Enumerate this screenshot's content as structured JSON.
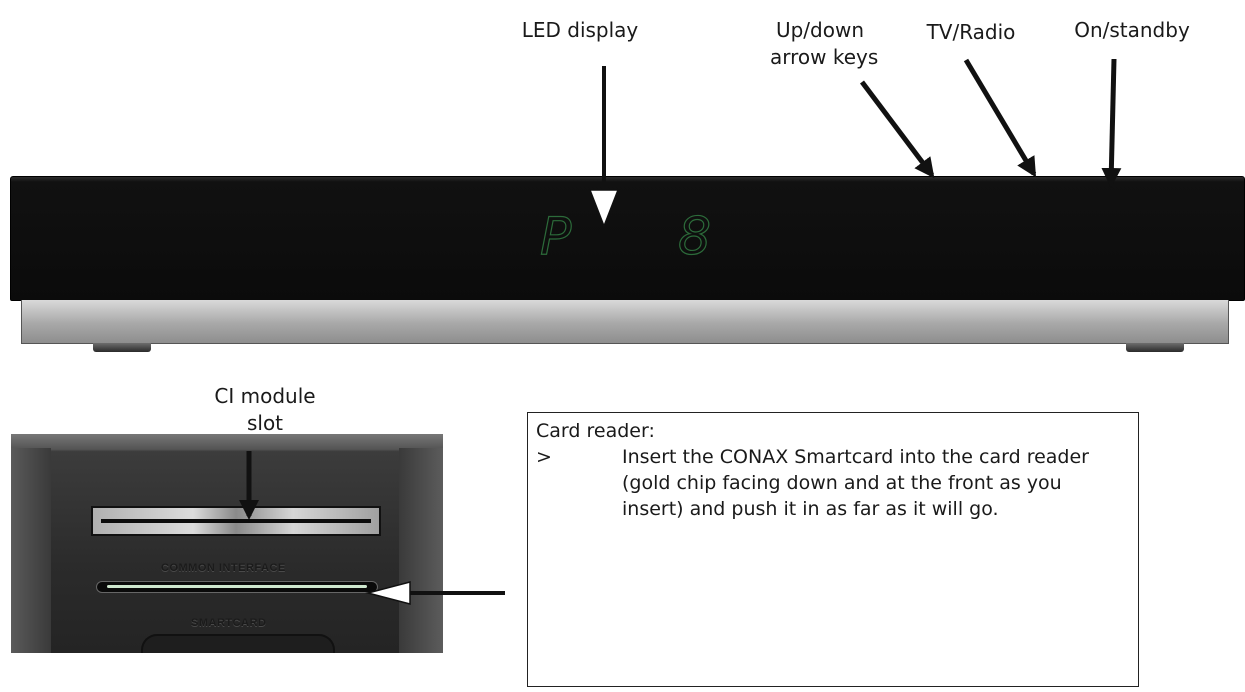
{
  "labels": {
    "led_display": "LED display",
    "updown_line1": "Up/down",
    "updown_line2": "arrow keys",
    "tv_radio": "TV/Radio",
    "on_standby": "On/standby",
    "ci_line1": "CI module",
    "ci_line2": "slot"
  },
  "display": {
    "digit1": "P",
    "digit2": "8",
    "led_color": "#2c6b3a"
  },
  "photo": {
    "ci_marking": "COMMON INTERFACE",
    "smartcard_marking": "SMARTCARD"
  },
  "card_reader": {
    "title": "Card reader:",
    "bullet": ">",
    "text": "Insert the CONAX Smartcard into the card reader (gold chip facing down and at the front as you insert) and push it in as far as it will go."
  }
}
